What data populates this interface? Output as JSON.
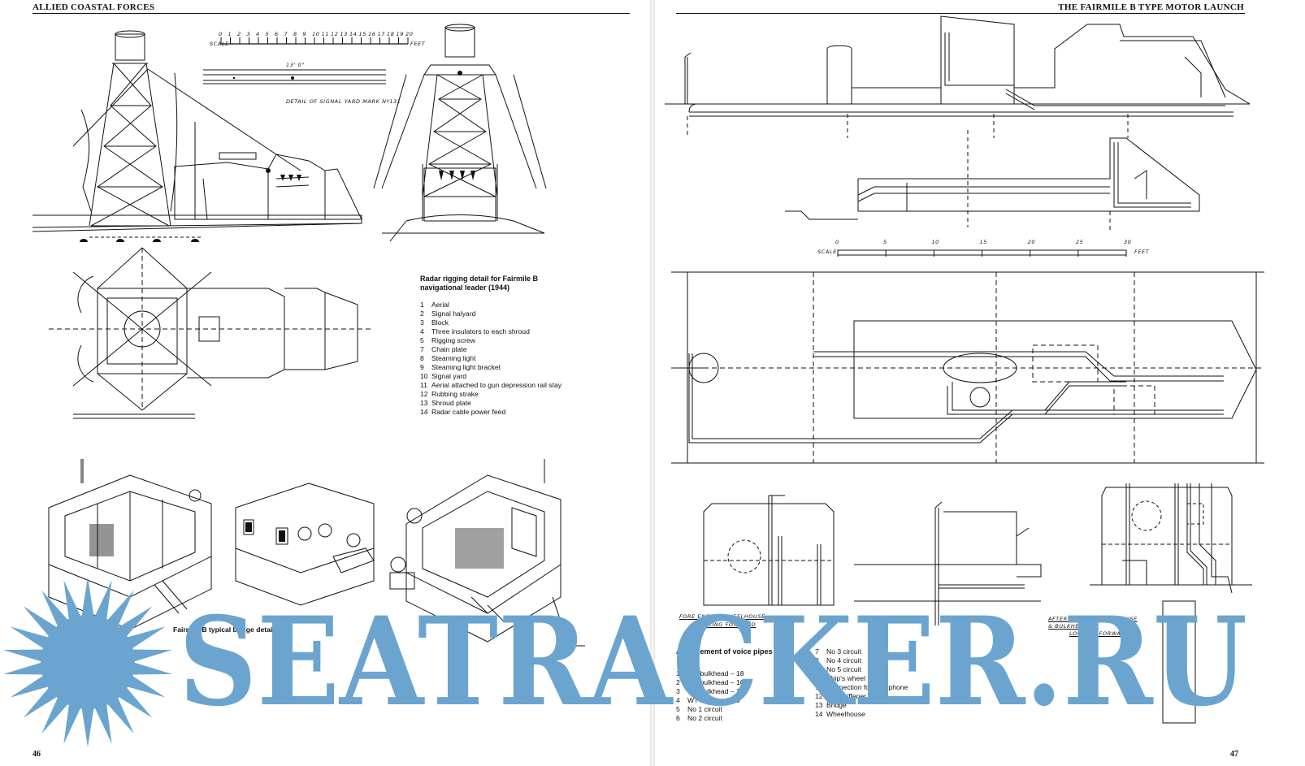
{
  "left_page": {
    "running_head": "ALLIED COASTAL FORCES",
    "page_number": "46",
    "radar_caption": {
      "title": "Radar rigging detail for Fairmile B navigational leader (1944)",
      "items": [
        {
          "n": "1",
          "label": "Aerial"
        },
        {
          "n": "2",
          "label": "Signal halyard"
        },
        {
          "n": "3",
          "label": "Block"
        },
        {
          "n": "4",
          "label": "Three insulators to each shroud"
        },
        {
          "n": "5",
          "label": "Rigging screw"
        },
        {
          "n": "7",
          "label": "Chain plate"
        },
        {
          "n": "8",
          "label": "Steaming light"
        },
        {
          "n": "9",
          "label": "Steaming light bracket"
        },
        {
          "n": "10",
          "label": "Signal yard"
        },
        {
          "n": "11",
          "label": "Aerial attached to gun depression rail stay"
        },
        {
          "n": "12",
          "label": "Rubbing strake"
        },
        {
          "n": "13",
          "label": "Shroud plate"
        },
        {
          "n": "14",
          "label": "Radar cable power feed"
        }
      ]
    },
    "scale_label": "SCALE",
    "scale_feet_label": "FEET",
    "scale_ticks": [
      "0",
      "1",
      "2",
      "3",
      "4",
      "5",
      "6",
      "7",
      "8",
      "9",
      "10",
      "11",
      "12",
      "13",
      "14",
      "15",
      "16",
      "17",
      "18",
      "19",
      "20"
    ],
    "yard_dimension": "13' 0\"",
    "yard_detail_label": "DETAIL OF SIGNAL YARD MARK Nº131",
    "bridge_caption": "Fairmile B typical bridge detail"
  },
  "right_page": {
    "running_head": "THE FAIRMILE B TYPE MOTOR LAUNCH",
    "page_number": "47",
    "scale_label": "SCALE",
    "scale_feet_label": "FEET",
    "scale_ticks": [
      "0",
      "5",
      "10",
      "15",
      "20",
      "25",
      "30"
    ],
    "fore_view_label": [
      "FORE END OF WHEELHOUSE",
      "LOOKING FORWARD"
    ],
    "after_view_label": [
      "AFTER END OF WHEELHOUSE",
      "& BULKHEAD",
      "LOOKING FORWARD"
    ],
    "voice_pipes": {
      "title": "Arrangement of voice pipes",
      "col1": [
        {
          "n": "1",
          "label": "WT bulkhead – 18"
        },
        {
          "n": "2",
          "label": "WT bulkhead – 16"
        },
        {
          "n": "3",
          "label": "WT bulkhead – 12"
        },
        {
          "n": "4",
          "label": "WT bulkhead – 9"
        },
        {
          "n": "5",
          "label": "No 1 circuit"
        },
        {
          "n": "6",
          "label": "No 2 circuit"
        }
      ],
      "col2": [
        {
          "n": "7",
          "label": "No 3 circuit"
        },
        {
          "n": "8",
          "label": "No 4 circuit"
        },
        {
          "n": "9",
          "label": "No 5 circuit"
        },
        {
          "n": "10",
          "label": "Ship's wheel"
        },
        {
          "n": "11",
          "label": "Connection for navyphone"
        },
        {
          "n": "12",
          "label": "Gun stiffener"
        },
        {
          "n": "13",
          "label": "Bridge"
        },
        {
          "n": "14",
          "label": "Wheelhouse"
        }
      ]
    }
  },
  "watermark": {
    "text": "SEATRACKER.RU",
    "color": "#6ba5cf"
  },
  "colors": {
    "ink": "#111111",
    "paper": "#ffffff",
    "watermark": "#6ba5cf"
  }
}
